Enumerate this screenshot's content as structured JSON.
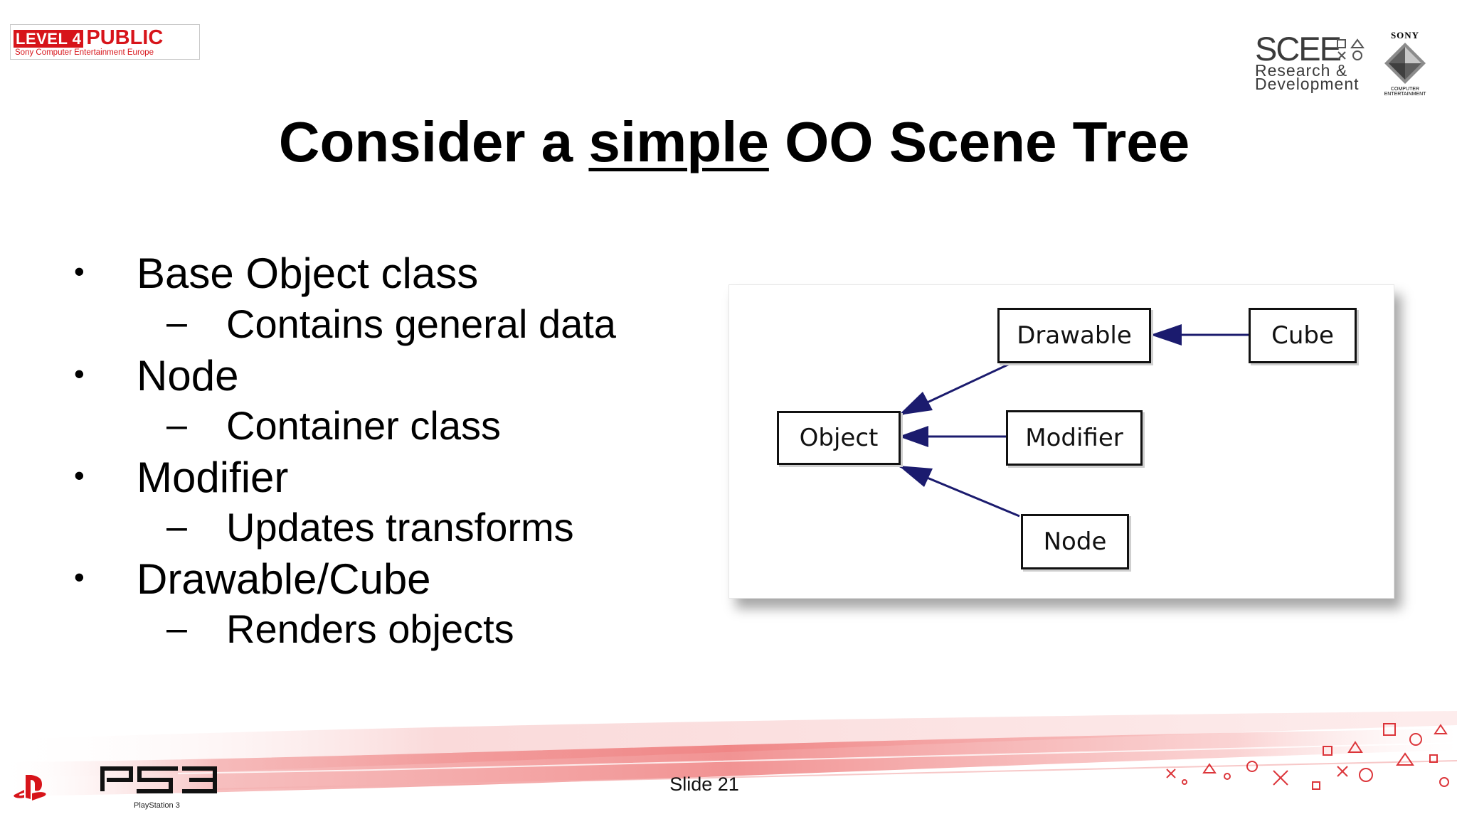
{
  "header": {
    "badge_level": "LEVEL 4",
    "badge_public": "PUBLIC",
    "badge_sub": "Sony Computer Entertainment Europe",
    "scee_big": "SCEE",
    "scee_line1": "Research &",
    "scee_line2": "Development",
    "sony_top": "SONY",
    "sony_bottom": "COMPUTER ENTERTAINMENT"
  },
  "title": {
    "before": "Consider a ",
    "underlined": "simple",
    "after": " OO Scene Tree"
  },
  "bullets": [
    {
      "label": "Base Object class",
      "sub": "Contains general data"
    },
    {
      "label": "Node",
      "sub": "Container class"
    },
    {
      "label": "Modifier",
      "sub": "Updates transforms"
    },
    {
      "label": "Drawable/Cube",
      "sub": "Renders objects"
    }
  ],
  "markers": {
    "bullet": "•",
    "dash": "–"
  },
  "diagram": {
    "nodes": {
      "object": "Object",
      "drawable": "Drawable",
      "cube": "Cube",
      "modifier": "Modifier",
      "node": "Node"
    },
    "arrow_color": "#1b1b6e"
  },
  "footer": {
    "slide_label": "Slide 21",
    "ps3_sub": "PlayStation 3",
    "accent": "#d7141a"
  }
}
